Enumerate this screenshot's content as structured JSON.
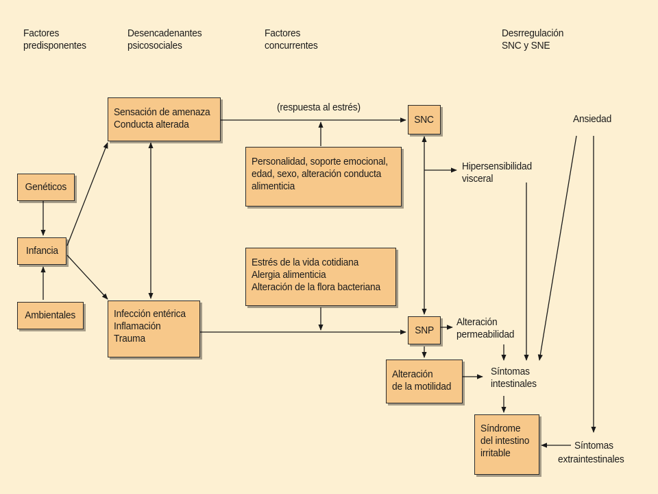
{
  "headers": {
    "col1": [
      "Factores",
      "predisponentes"
    ],
    "col2": [
      "Desencadenantes",
      "psicosociales"
    ],
    "col3": [
      "Factores",
      "concurrentes"
    ],
    "col4": [
      "Desrregulación",
      "SNC y SNE"
    ]
  },
  "boxes": {
    "geneticos": [
      "Genéticos"
    ],
    "infancia": [
      "Infancia"
    ],
    "ambientales": [
      "Ambientales"
    ],
    "amenaza": [
      "Sensación de amenaza",
      "Conducta alterada"
    ],
    "infeccion": [
      "Infección entérica",
      "Inflamación",
      "Trauma"
    ],
    "personalidad": [
      "Personalidad, soporte emocional,",
      "edad, sexo, alteración conducta",
      "alimenticia"
    ],
    "estres": [
      "Estrés de la vida cotidiana",
      "Alergia alimenticia",
      "Alteración de la flora bacteriana"
    ],
    "snc": [
      "SNC"
    ],
    "snp": [
      "SNP"
    ],
    "motilidad": [
      "Alteración",
      "de la motilidad"
    ],
    "sindrome": [
      "Síndrome",
      "del intestino",
      "irritable"
    ]
  },
  "labels": {
    "respuesta": [
      "(respuesta al estrés)"
    ],
    "hipersensibilidad": [
      "Hipersensibilidad",
      "visceral"
    ],
    "ansiedad": [
      "Ansiedad"
    ],
    "permeabilidad": [
      "Alteración",
      "permeabilidad"
    ],
    "sintomas_int": [
      "Síntomas",
      "intestinales"
    ],
    "sintomas_ext": [
      "Síntomas",
      "extraintestinales"
    ]
  }
}
